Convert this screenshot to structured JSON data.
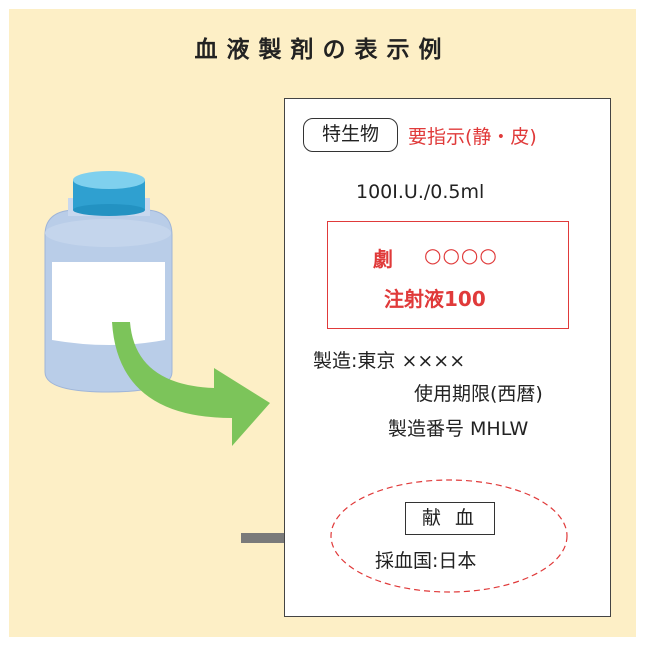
{
  "title": "血液製剤の表示例",
  "label": {
    "badge": "特生物",
    "instruction": "要指示(静・皮)",
    "dosage": "100I.U./0.5ml",
    "drug_class": "劇",
    "drug_name_circles": "○○○○",
    "product_name": "注射液100",
    "manufacture": "製造:東京 ××××",
    "expiry": "使用期限(西暦)",
    "lot": "製造番号 MHLW",
    "donation": "献血",
    "origin": "採血国:日本"
  },
  "colors": {
    "background": "#fdefc6",
    "red_text": "#e03a3a",
    "arrow_green": "#7cc45a",
    "arrow_gray": "#7a7a7a",
    "bottle_cap": "#37a9d6",
    "bottle_body": "#b9cde8"
  }
}
